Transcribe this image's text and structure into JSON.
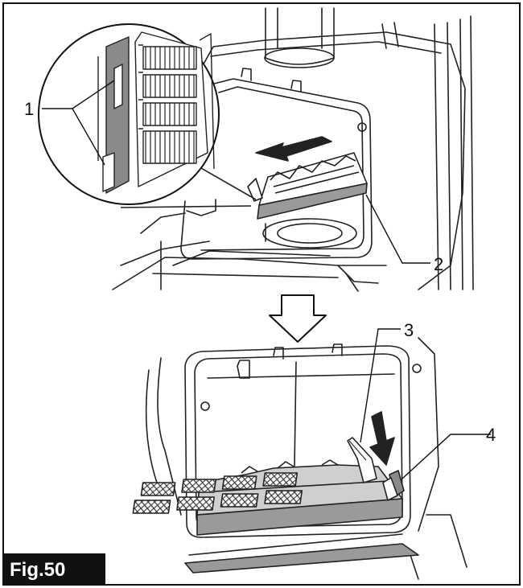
{
  "figure": {
    "label": "Fig.50"
  },
  "callouts": [
    {
      "id": "1",
      "text": "1"
    },
    {
      "id": "2",
      "text": "2"
    },
    {
      "id": "3",
      "text": "3"
    },
    {
      "id": "4",
      "text": "4"
    }
  ]
}
